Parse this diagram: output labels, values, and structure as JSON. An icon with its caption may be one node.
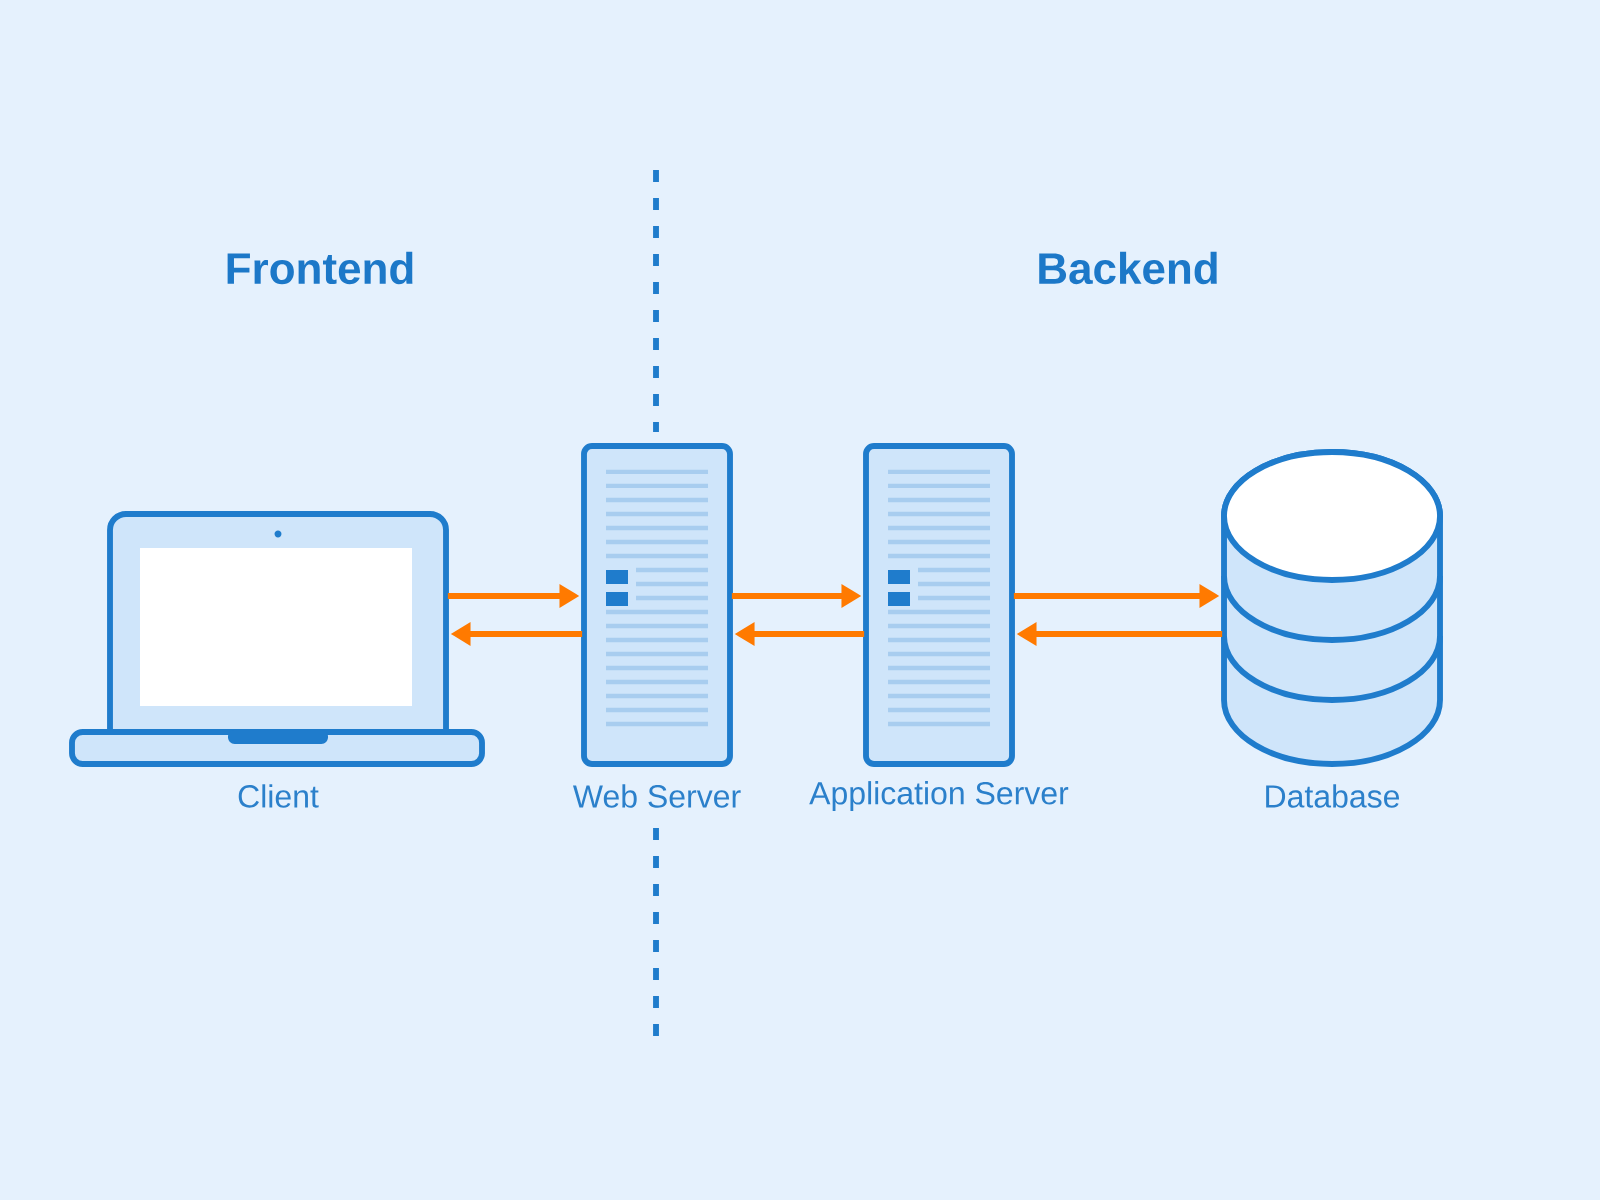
{
  "diagram": {
    "nodes": [
      {
        "text": [
          "Client"
        ]
      },
      {
        "text": [
          "Web Server"
        ]
      },
      {
        "text": [
          "Application Server"
        ]
      },
      {
        "text": [
          "Database"
        ]
      }
    ],
    "edges": [
      {
        "from": 0,
        "to": 1,
        "arrow": "to"
      },
      {
        "from": 1,
        "to": 0,
        "arrow": "to"
      },
      {
        "from": 1,
        "to": 2,
        "arrow": "to"
      },
      {
        "from": 2,
        "to": 1,
        "arrow": "to"
      },
      {
        "from": 2,
        "to": 3,
        "arrow": "to"
      },
      {
        "from": 3,
        "to": 2,
        "arrow": "to"
      }
    ],
    "labels": [
      "Frontend",
      "Backend"
    ]
  }
}
